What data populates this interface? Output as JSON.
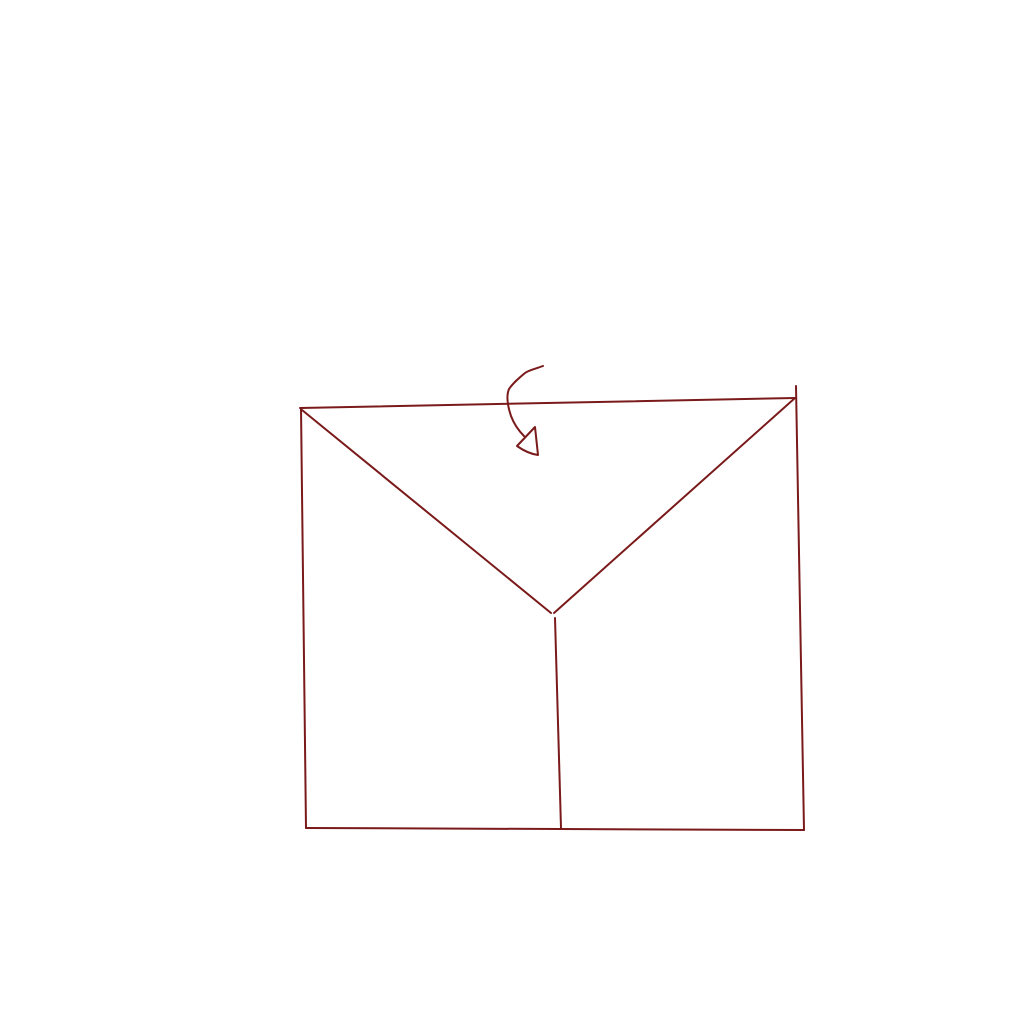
{
  "diagram": {
    "ink_color": "#7a1a1a",
    "background": "#ffffff",
    "shapes": [
      "square-outline",
      "left-diagonal-line",
      "right-diagonal-line",
      "center-vertical-line",
      "curved-arrow"
    ]
  }
}
